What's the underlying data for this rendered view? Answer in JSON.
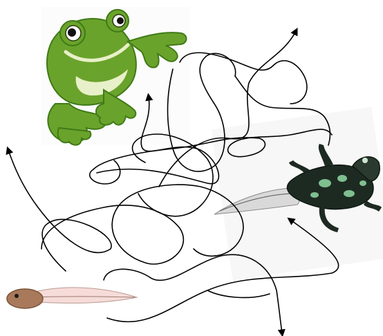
{
  "colors": {
    "line": "#000000",
    "frog_green": "#6aa32b",
    "frog_dark": "#3f7a17",
    "frog_light": "#a8d15a",
    "tadpole_brown": "#a8795a",
    "tadpole_tail": "#f6dcd8",
    "froglet_black": "#1d2a22",
    "froglet_green": "#7fbf8f"
  },
  "icons": {
    "adult_frog": "green-tree-frog-illustration",
    "froglet": "froglet-with-tail-illustration",
    "tadpole": "tadpole-illustration",
    "arrowhead": "arrowhead"
  }
}
